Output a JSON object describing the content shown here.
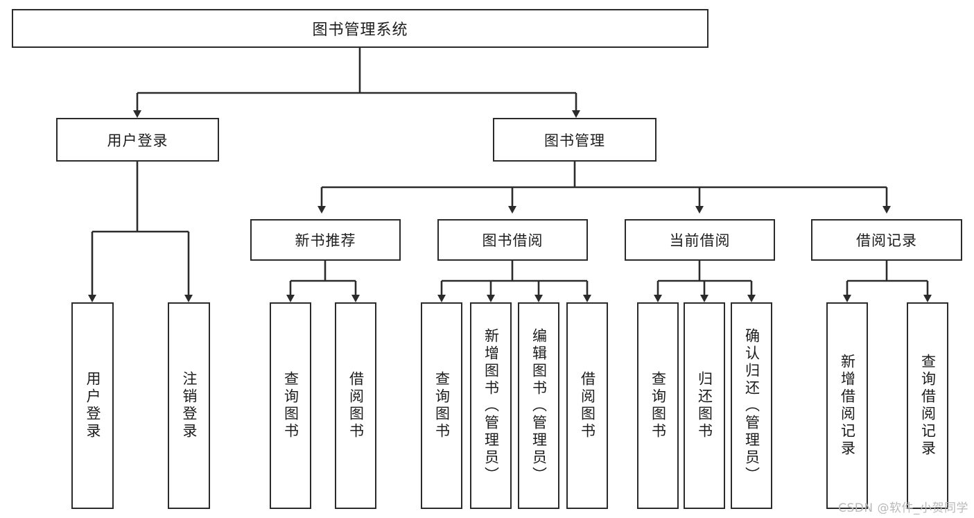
{
  "diagram": {
    "title": "图书管理系统",
    "type": "tree-hierarchy-diagram",
    "root": {
      "label": "图书管理系统"
    },
    "level2": [
      {
        "label": "用户登录"
      },
      {
        "label": "图书管理"
      }
    ],
    "level3": [
      {
        "label": "新书推荐"
      },
      {
        "label": "图书借阅"
      },
      {
        "label": "当前借阅"
      },
      {
        "label": "借阅记录"
      }
    ],
    "leaves": {
      "user_login": [
        {
          "label": "用户登录"
        },
        {
          "label": "注销登录"
        }
      ],
      "new_book_recommend": [
        {
          "label": "查询图书"
        },
        {
          "label": "借阅图书"
        }
      ],
      "book_borrow": [
        {
          "label": "查询图书"
        },
        {
          "label": "新增图书（管理员）"
        },
        {
          "label": "编辑图书（管理员）"
        },
        {
          "label": "借阅图书"
        }
      ],
      "current_borrow": [
        {
          "label": "查询图书"
        },
        {
          "label": "归还图书"
        },
        {
          "label": "确认归还（管理员）"
        }
      ],
      "borrow_record": [
        {
          "label": "新增借阅记录"
        },
        {
          "label": "查询借阅记录"
        }
      ]
    },
    "watermark": "CSDN @软件_小贺同学",
    "colors": {
      "stroke": "#2b2b2b",
      "fill": "#ffffff",
      "text": "#1c1c1c",
      "watermark": "#b9b9b9"
    }
  }
}
